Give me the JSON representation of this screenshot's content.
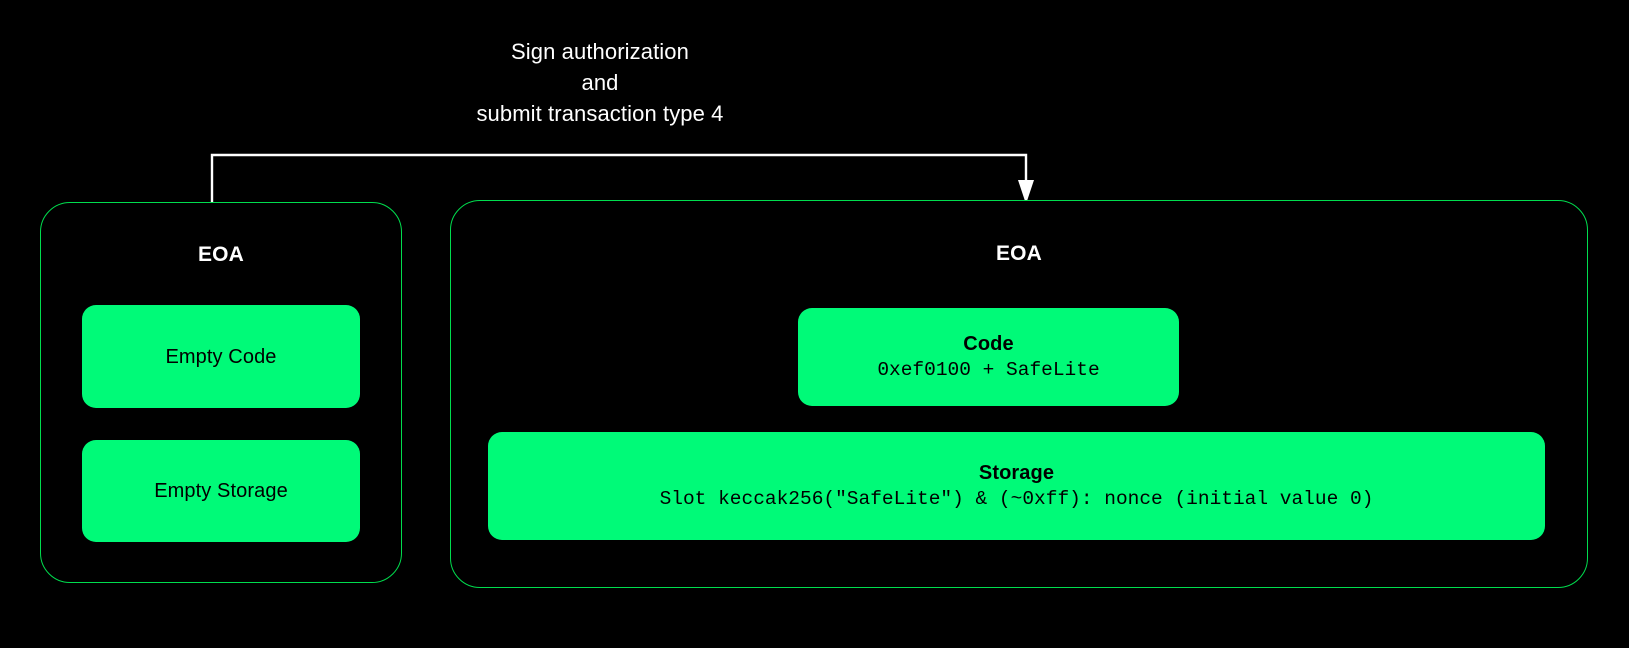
{
  "diagram": {
    "background_color": "#000000",
    "accent_green": "#00FA78",
    "border_green": "#00DD4E",
    "text_white": "#FFFFFF",
    "caption": "Sign authorization\nand\nsubmit transaction type 4",
    "arrow": {
      "label": "authorization-arrow",
      "direction": "left-to-right-down"
    },
    "before": {
      "title": "EOA",
      "fields": [
        {
          "name": "empty-code",
          "title": "Empty Code",
          "detail": ""
        },
        {
          "name": "empty-storage",
          "title": "Empty Storage",
          "detail": ""
        }
      ]
    },
    "after": {
      "title": "EOA",
      "fields": [
        {
          "name": "code",
          "title": "Code",
          "detail": "0xef0100 + SafeLite"
        },
        {
          "name": "storage",
          "title": "Storage",
          "detail": "Slot keccak256(\"SafeLite\") & (~0xff): nonce (initial value 0)"
        }
      ]
    }
  }
}
